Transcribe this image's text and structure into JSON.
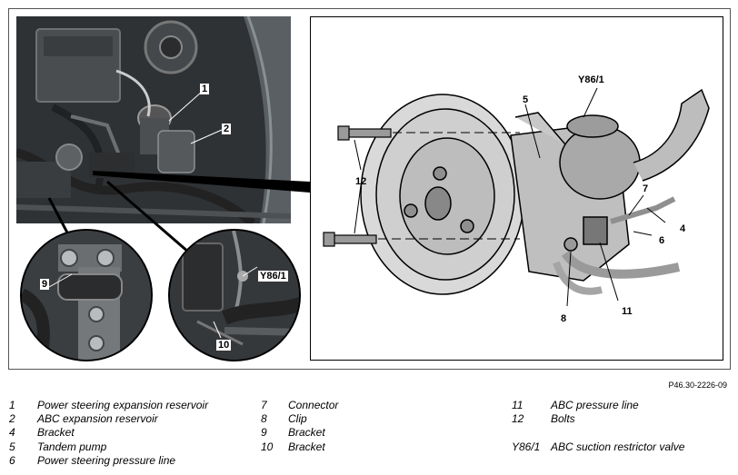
{
  "callouts": {
    "c1": "1",
    "c2": "2",
    "c4": "4",
    "c5": "5",
    "c6": "6",
    "c7": "7",
    "c8": "8",
    "c9": "9",
    "c10": "10",
    "c11": "11",
    "c12": "12",
    "y86_main": "Y86/1",
    "y86_inset": "Y86/1"
  },
  "reference_code": "P46.30-2226-09",
  "legend": {
    "col1": [
      {
        "num": "1",
        "text": "Power steering expansion reservoir"
      },
      {
        "num": "2",
        "text": "ABC expansion reservoir"
      },
      {
        "num": "4",
        "text": "Bracket"
      },
      {
        "num": "5",
        "text": "Tandem pump"
      },
      {
        "num": "6",
        "text": "Power steering pressure line"
      }
    ],
    "col2": [
      {
        "num": "7",
        "text": "Connector"
      },
      {
        "num": "8",
        "text": "Clip"
      },
      {
        "num": "9",
        "text": "Bracket"
      },
      {
        "num": "10",
        "text": "Bracket"
      }
    ],
    "col3": [
      {
        "num": "11",
        "text": "ABC pressure line"
      },
      {
        "num": "12",
        "text": "Bolts"
      },
      {
        "num": "",
        "text": ""
      },
      {
        "num": "Y86/1",
        "text": "ABC suction restrictor valve"
      }
    ]
  }
}
